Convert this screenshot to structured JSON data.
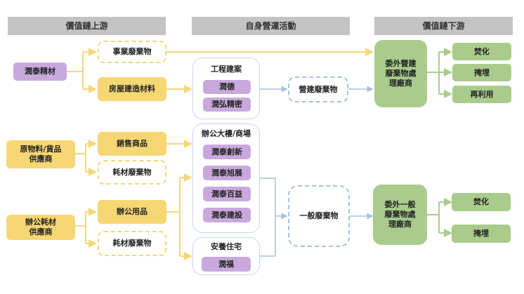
{
  "headers": {
    "upstream": "價值鏈上游",
    "own_operations": "自身營運活動",
    "downstream": "價值鏈下游"
  },
  "upstream": {
    "runtai_material": "潤泰精材",
    "business_waste": "事業廢棄物",
    "building_materials": "房屋建造材料",
    "raw_material_supplier": "原物料/貨品\n供應商",
    "sales_goods": "銷售商品",
    "consumable_waste_1": "耗材廢棄物",
    "office_supplier": "辦公耗材\n供應商",
    "office_supplies": "辦公用品",
    "consumable_waste_2": "耗材廢棄物"
  },
  "operations": {
    "engineering": {
      "title": "工程建案",
      "companies": [
        "潤德",
        "潤弘精密"
      ]
    },
    "office_mall": {
      "title": "辦公大樓/商場",
      "companies": [
        "潤泰創新",
        "潤泰旭展",
        "潤泰百益",
        "潤泰建設"
      ]
    },
    "senior_housing": {
      "title": "安養住宅",
      "companies": [
        "潤福"
      ]
    },
    "construction_waste": "營建廢棄物",
    "general_waste": "一般廢棄物"
  },
  "downstream": {
    "construction_processor": "委外營建\n廢棄物處\n理廠商",
    "construction_outcomes": [
      "焚化",
      "掩埋",
      "再利用"
    ],
    "general_processor": "委外一般\n廢棄物處\n理廠商",
    "general_outcomes": [
      "焚化",
      "掩埋"
    ]
  },
  "colors": {
    "header": "#c3c3c3",
    "company": "#c9a9dd",
    "supply": "#f7d774",
    "supply_line": "#f5d77a",
    "waste_line": "#a9c0dc",
    "processor": "#a9cc8c"
  }
}
